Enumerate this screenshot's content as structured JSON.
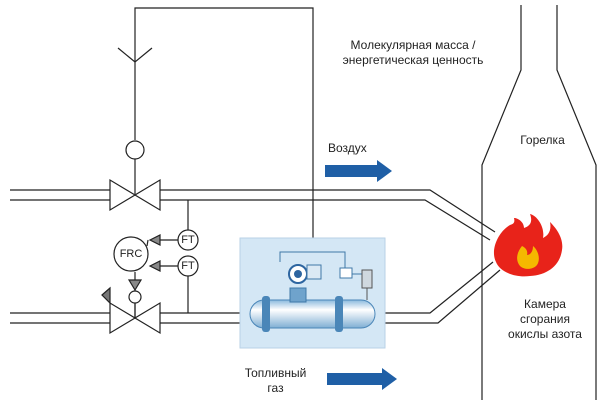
{
  "labels": {
    "molecular_line1": "Молекулярная масса /",
    "molecular_line2": "энергетическая ценность",
    "air": "Воздух",
    "burner": "Горелка",
    "chamber_line1": "Камера",
    "chamber_line2": "сгорания",
    "chamber_line3": "окислы азота",
    "fuel_line1": "Топливный",
    "fuel_line2": "газ",
    "frc": "FRC",
    "ft_top": "FT",
    "ft_bottom": "FT"
  },
  "colors": {
    "arrow": "#1f5fa6",
    "pipe": "#222222",
    "meter_panel": "#cde3f3",
    "flame_outer": "#e8231a",
    "flame_inner": "#f5b800"
  },
  "icons": {
    "antenna": "antenna-icon",
    "flame": "flame-icon",
    "flow_meter": "flow-meter-icon"
  }
}
